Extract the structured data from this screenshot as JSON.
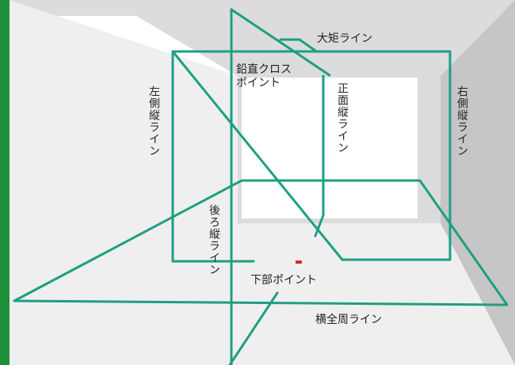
{
  "colors": {
    "laser": "#1e9e82",
    "accent_bar": "#1f8f3a",
    "point": "#e0241c",
    "room_light": "#efefef",
    "room_mid": "#dcdcdc",
    "room_dark": "#c6c6c6",
    "window": "#ffffff"
  },
  "labels": {
    "ceiling_line": "大矩ライン",
    "plumb_cross_point": "鉛直クロス\nポイント",
    "left_vertical_line": "左側縦ライン",
    "front_vertical_line": "正面縦ライン",
    "right_vertical_line": "右側縦ライン",
    "rear_vertical_line": "後ろ縦ライン",
    "bottom_point": "下部ポイント",
    "horizontal_line": "横全周ライン"
  }
}
